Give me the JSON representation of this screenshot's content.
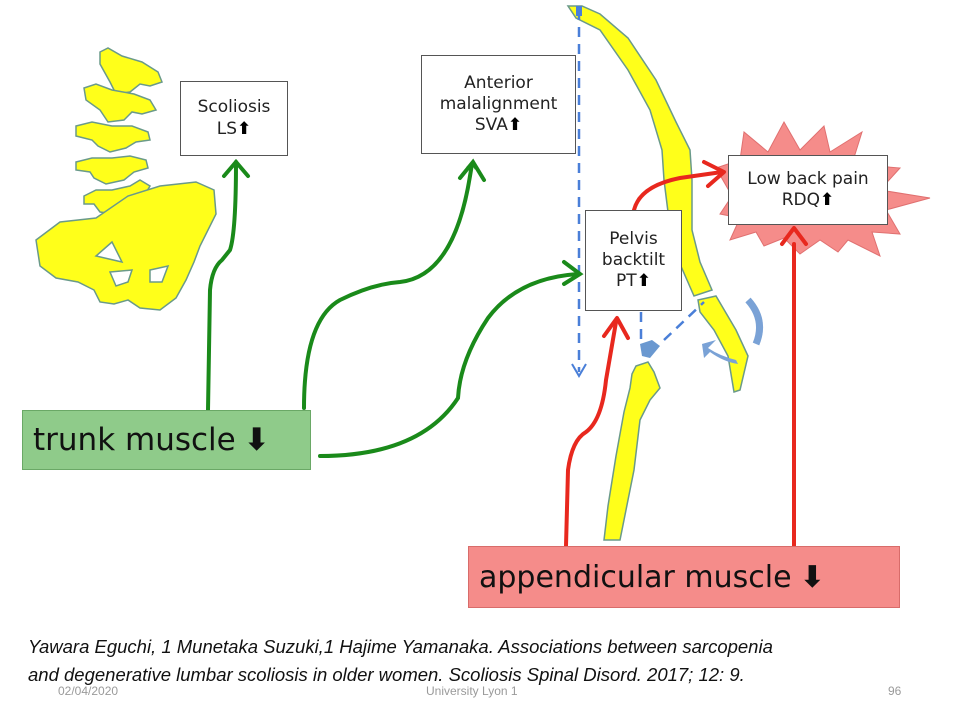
{
  "boxes": {
    "scoliosis": {
      "line1": "Scoliosis",
      "line2": "LS",
      "arrow": "⬆"
    },
    "anterior": {
      "line1": "Anterior",
      "line2": "malalignment",
      "line3": "SVA",
      "arrow": "⬆"
    },
    "pelvis": {
      "line1": "Pelvis",
      "line2": "backtilt",
      "line3": "PT",
      "arrow": "⬆"
    },
    "low_back_pain": {
      "line1": "Low back pain",
      "line2": "RDQ",
      "arrow": "⬆"
    },
    "trunk_muscle": {
      "label": "trunk muscle",
      "arrow": "⬇"
    },
    "appendicular_muscle": {
      "label": "appendicular muscle",
      "arrow": "⬇"
    }
  },
  "colors": {
    "trunk_fill": "#8fcb8a",
    "append_fill": "#f58c8a",
    "green_arrow": "#1a8a1a",
    "red_arrow": "#e8281e",
    "bone_yellow": "#ffff1a",
    "dashed_blue": "#4a7fd8",
    "pain_burst": "#f58c8a"
  },
  "citation": {
    "line1": "Yawara Eguchi, 1 Munetaka Suzuki,1 Hajime Yamanaka.  Associations between  sarcopenia",
    "line2": "and degenerative  lumbar scoliosis in older women. Scoliosis Spinal Disord. 2017; 12: 9."
  },
  "footer": {
    "date": "02/04/2020",
    "institution": "University Lyon 1",
    "page": "96"
  }
}
